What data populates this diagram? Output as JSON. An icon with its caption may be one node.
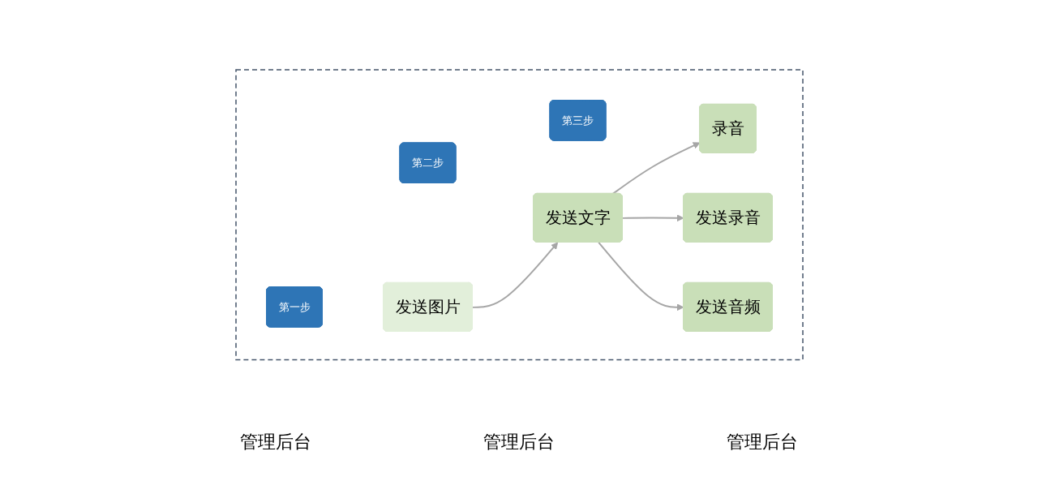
{
  "diagram": {
    "nodes": [
      {
        "text": [],
        "shape": "box"
      },
      {
        "text": [
          "第一步"
        ],
        "in": 0
      },
      {
        "text": [
          "第二步"
        ],
        "in": 0
      },
      {
        "text": [
          "第三步"
        ],
        "in": 0
      },
      {
        "text": [
          "发送图片"
        ],
        "in": 0
      },
      {
        "text": [
          "发送文字"
        ],
        "in": 0
      },
      {
        "text": [
          "录音"
        ],
        "in": 0
      },
      {
        "text": [
          "发送录音"
        ],
        "in": 0
      },
      {
        "text": [
          "发送音频"
        ],
        "in": 0
      }
    ],
    "edges": [
      {
        "from": 4,
        "to": 5,
        "arrow": "to"
      },
      {
        "from": 5,
        "to": 6,
        "arrow": "to"
      },
      {
        "from": 5,
        "to": 7,
        "arrow": "to"
      },
      {
        "from": 5,
        "to": 8,
        "arrow": "to"
      }
    ],
    "labels": [
      "管理后台",
      "管理后台",
      "管理后台"
    ]
  }
}
